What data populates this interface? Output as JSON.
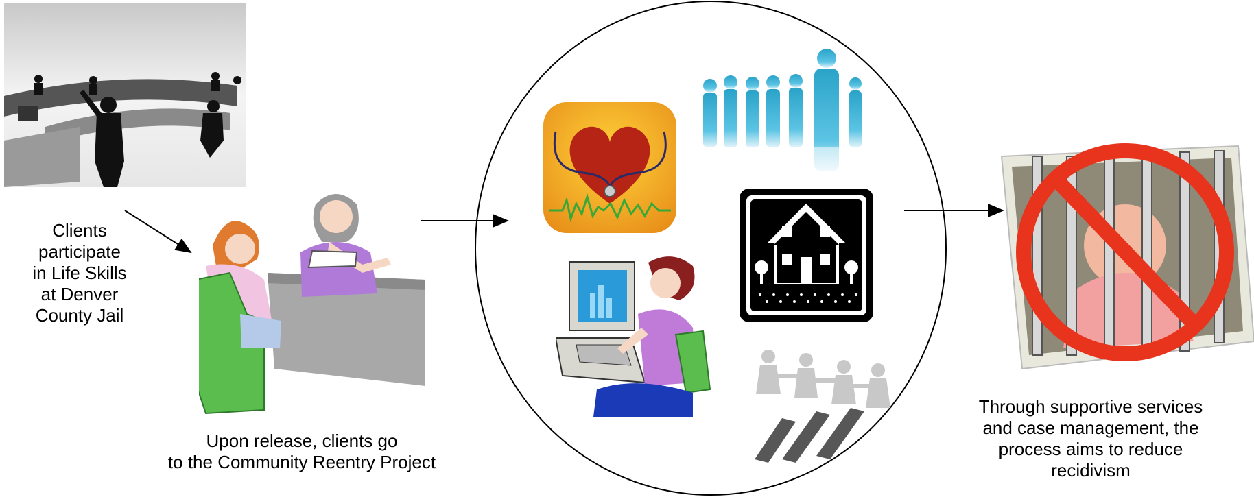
{
  "captions": {
    "jail_lines": [
      "Clients",
      "participate",
      "in Life Skills",
      "at Denver",
      "County Jail"
    ],
    "reentry_lines": [
      "Upon release, clients go",
      "to the Community Reentry Project"
    ],
    "recidivism_lines": [
      "Through supportive services",
      "and case management, the",
      "process aims to reduce",
      "recidivism"
    ]
  },
  "icons": {
    "classroom": "classroom-silhouette-icon",
    "counseling": "counseling-meeting-icon",
    "health": "heart-stethoscope-icon",
    "community": "people-silhouettes-icon",
    "computer": "woman-at-computer-icon",
    "housing": "house-icon",
    "family": "paper-people-chain-icon",
    "no_jail": "no-jail-prohibition-icon"
  },
  "colors": {
    "prohibition_red": "#e8341c",
    "health_orange": "#f0a81c",
    "heart_red": "#b52414",
    "people_blue": "#2aa3c8",
    "chair_green": "#5bbd4e",
    "computer_screen": "#2a9ad8"
  }
}
